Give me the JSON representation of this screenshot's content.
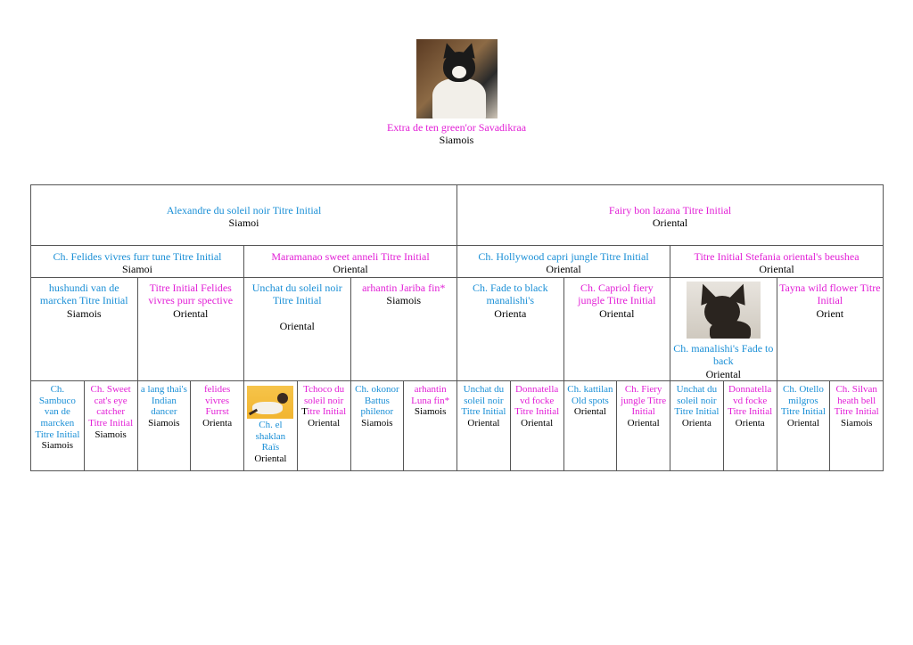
{
  "subject": {
    "name": "Extra de ten green'or Savadikraa",
    "breed": "Siamois",
    "photo_icon": "cat-photo-icon"
  },
  "gen1": [
    {
      "name": "Alexandre du soleil noir Titre Initial",
      "breed": "Siamoi",
      "color": "blue"
    },
    {
      "name": "Fairy bon lazana Titre Initial",
      "breed": "Oriental",
      "color": "pink"
    }
  ],
  "gen2": [
    {
      "name": "Ch. Felides vivres furr tune Titre Initial",
      "breed": "Siamoi",
      "color": "blue"
    },
    {
      "name": "Maramanao sweet anneli Titre Initial",
      "breed": "Oriental",
      "color": "pink"
    },
    {
      "name": "Ch. Hollywood capri jungle Titre Initial",
      "breed": "Oriental",
      "color": "blue"
    },
    {
      "name": "Titre Initial Stefania oriental's beushea",
      "breed": "Oriental",
      "color": "pink"
    }
  ],
  "gen3": [
    {
      "name": "hushundi van de marcken Titre Initial",
      "breed": "Siamois",
      "color": "blue"
    },
    {
      "name": "Titre Initial Felides vivres purr spective",
      "breed": "Oriental",
      "color": "pink"
    },
    {
      "name": "Unchat du soleil noir Titre Initial",
      "breed": "Oriental",
      "color": "blue"
    },
    {
      "name": "arhantin Jariba fin*",
      "breed": "Siamois",
      "color": "pink"
    },
    {
      "name": "Ch. Fade to black manalishi's",
      "breed": "Orienta",
      "color": "blue"
    },
    {
      "name": "Ch. Capriol fiery jungle Titre Initial",
      "breed": "Oriental",
      "color": "pink"
    },
    {
      "name": "Ch. manalishi's Fade to back",
      "breed": "Oriental",
      "color": "blue"
    },
    {
      "name": "Tayna wild flower Titre Initial",
      "breed": "Orient",
      "color": "pink"
    }
  ],
  "gen4": [
    {
      "name": "Ch. Sambuco van de marcken",
      "title": "Titre Initial",
      "breed": "Siamois",
      "color": "blue"
    },
    {
      "name": "Ch. Sweet cat's eye catcher",
      "title": "Titre Initial",
      "breed": "Siamois",
      "color": "pink"
    },
    {
      "name": "a lang thai's Indian dancer",
      "title": "",
      "breed": "Siamois",
      "color": "blue"
    },
    {
      "name": "felides vivres Furrst",
      "title": "",
      "breed": "Orienta",
      "color": "pink"
    },
    {
      "name": "Ch. el shaklan Raïs",
      "title": "",
      "breed": "Oriental",
      "color": "blue"
    },
    {
      "name": "Tchoco du soleil noir",
      "title_prefix": "T",
      "title": "itre Initial",
      "breed": "Oriental",
      "color": "pink"
    },
    {
      "name": "Ch. okonor Battus philenor",
      "title": "",
      "breed": "Siamois",
      "color": "blue"
    },
    {
      "name": "arhantin Luna fin*",
      "title": "",
      "breed": "Siamois",
      "color": "pink"
    },
    {
      "name": "Unchat du soleil noir",
      "title": "Titre Initial",
      "breed": "Oriental",
      "color": "blue"
    },
    {
      "name": "Donnatella vd focke",
      "title": "Titre Initial",
      "breed": "Oriental",
      "color": "pink"
    },
    {
      "name": "Ch. kattilan Old spots",
      "title": "",
      "breed": "Oriental",
      "color": "blue"
    },
    {
      "name": "Ch. Fiery jungle Titre Initial",
      "title": "",
      "breed": "Oriental",
      "color": "pink"
    },
    {
      "name": "Unchat du soleil noir",
      "title": "Titre Initial",
      "breed": "Orienta",
      "color": "blue"
    },
    {
      "name": "Donnatella vd focke",
      "title": "Titre Initial",
      "breed": "Orienta",
      "color": "pink"
    },
    {
      "name": "Ch. Otello milgros",
      "title": "Titre Initial",
      "breed": "Oriental",
      "color": "blue"
    },
    {
      "name": "Ch. Silvan heath bell",
      "title": "Titre Initial",
      "breed": "Siamois",
      "color": "pink"
    }
  ]
}
